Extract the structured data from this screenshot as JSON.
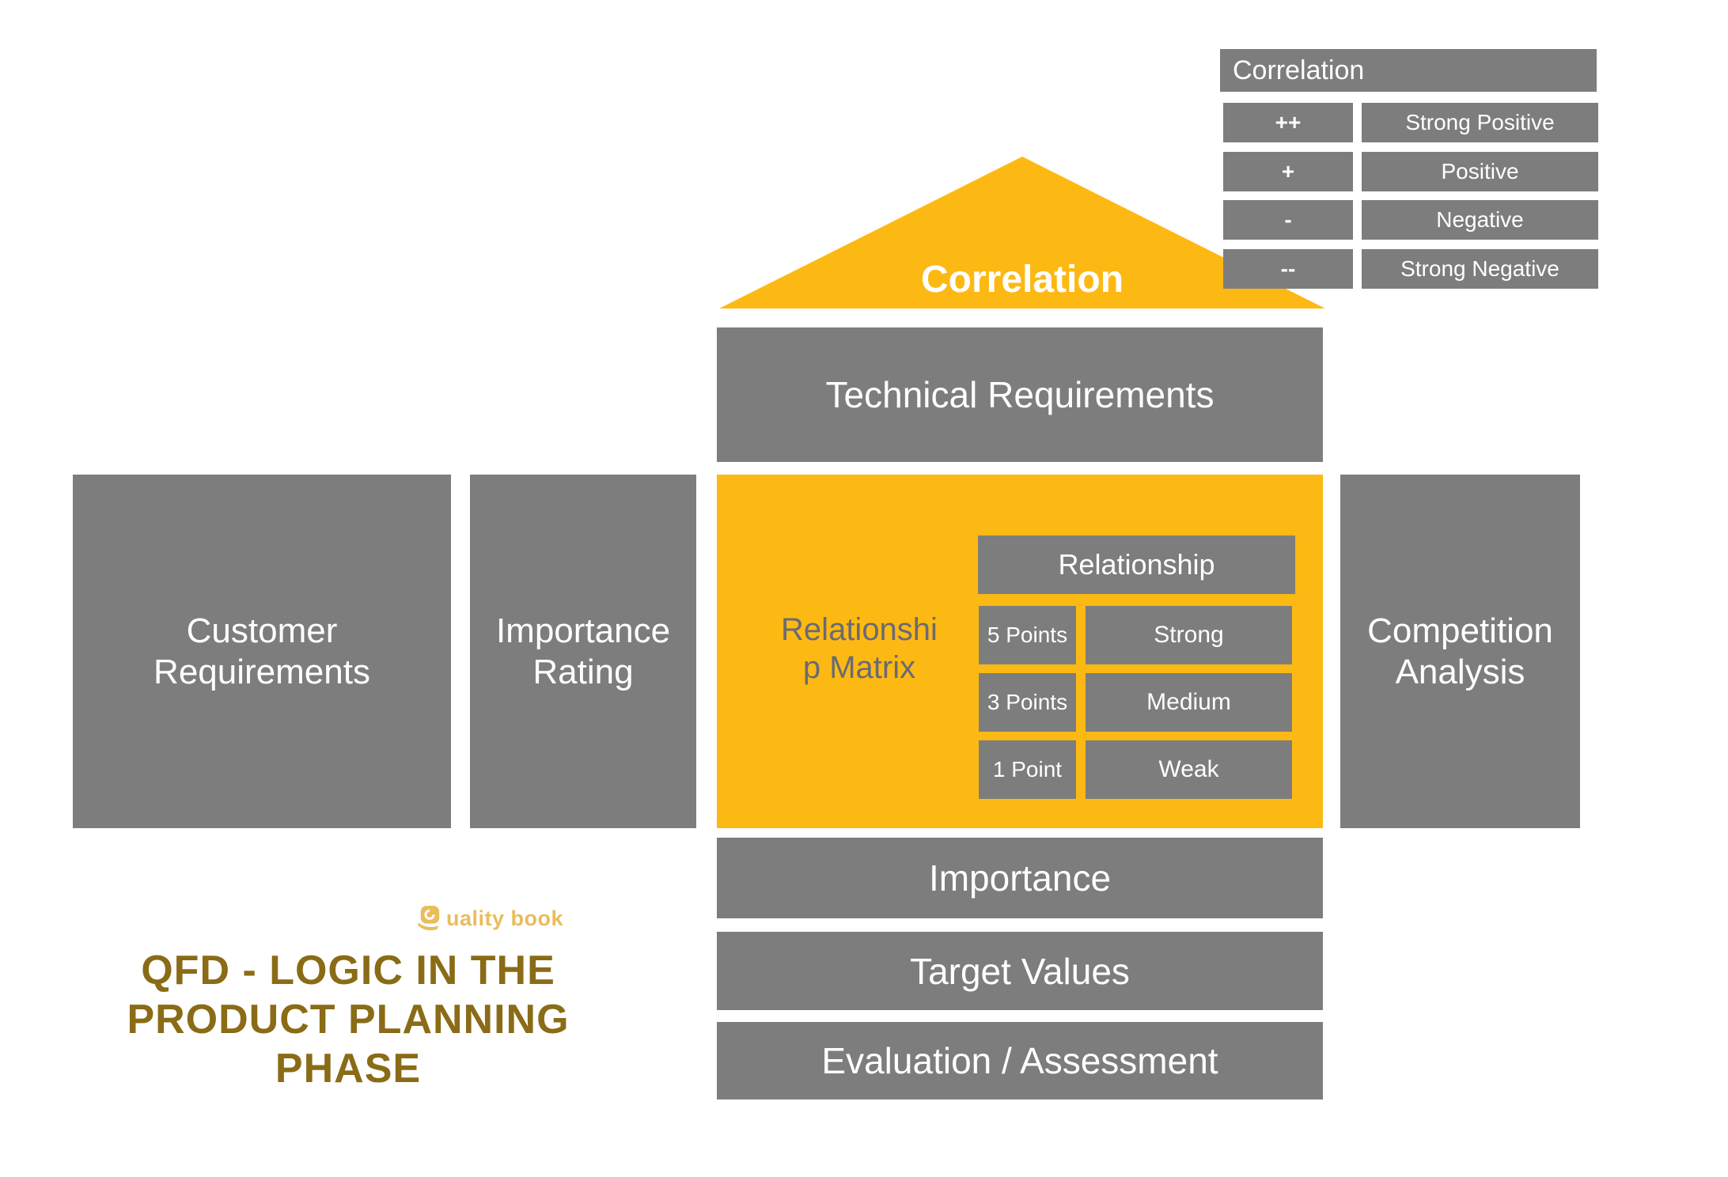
{
  "roof": {
    "label": "Correlation"
  },
  "correlation_legend": {
    "title": "Correlation",
    "rows": [
      {
        "symbol": "++",
        "label": "Strong Positive"
      },
      {
        "symbol": "+",
        "label": "Positive"
      },
      {
        "symbol": "-",
        "label": "Negative"
      },
      {
        "symbol": "--",
        "label": "Strong Negative"
      }
    ]
  },
  "technical_requirements": {
    "label": "Technical Requirements"
  },
  "customer_requirements": {
    "label": "Customer Requirements"
  },
  "importance_rating": {
    "label": "Importance Rating"
  },
  "relationship_matrix": {
    "label_line1": "Relationshi",
    "label_line2": "p Matrix",
    "header": "Relationship",
    "rows": [
      {
        "points": "5 Points",
        "strength": "Strong"
      },
      {
        "points": "3 Points",
        "strength": "Medium"
      },
      {
        "points": "1 Point",
        "strength": "Weak"
      }
    ]
  },
  "competition_analysis": {
    "label": "Competition Analysis"
  },
  "bottom_bars": [
    {
      "label": "Importance"
    },
    {
      "label": "Target Values"
    },
    {
      "label": "Evaluation / Assessment"
    }
  ],
  "branding": {
    "logo_text": "uality book",
    "title_line1": "QFD - LOGIC IN THE",
    "title_line2": "PRODUCT PLANNING",
    "title_line3": "PHASE"
  },
  "colors": {
    "box_gray": "#7d7d7d",
    "accent_yellow": "#fdb913",
    "matrix_label_gray": "#6a6a73",
    "title_gold": "#8a6b16",
    "logo_gold": "#e9bd5c",
    "label_white": "#ffffff"
  }
}
